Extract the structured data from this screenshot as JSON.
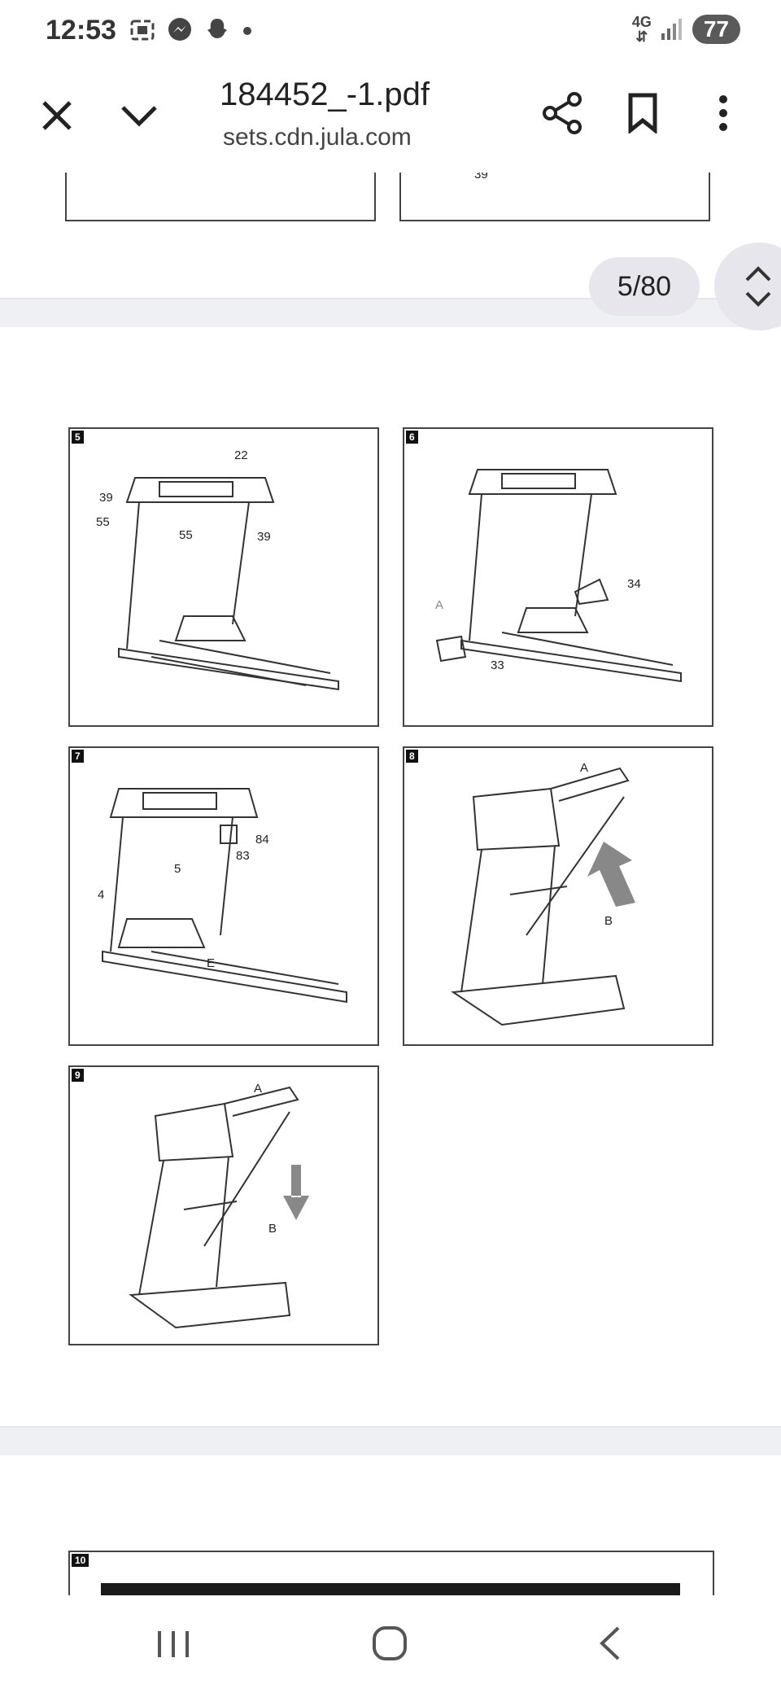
{
  "status_bar": {
    "time": "12:53",
    "network": "4G",
    "battery": "77"
  },
  "toolbar": {
    "title": "184452_-1.pdf",
    "url": "sets.cdn.jula.com"
  },
  "page_indicator": "5/80",
  "figures": [
    {
      "number": "5",
      "callouts": [
        "22",
        "39",
        "55",
        "55",
        "39"
      ]
    },
    {
      "number": "6",
      "callouts": [
        "34",
        "A",
        "33"
      ]
    },
    {
      "number": "7",
      "callouts": [
        "84",
        "83",
        "5",
        "4",
        "E"
      ]
    },
    {
      "number": "8",
      "callouts": [
        "A",
        "B"
      ]
    },
    {
      "number": "9",
      "callouts": [
        "A",
        "B"
      ]
    },
    {
      "number": "10",
      "callouts": []
    }
  ],
  "prev_page_callout": "39",
  "icons": {
    "close": "close-icon",
    "collapse": "chevron-down-icon",
    "share": "share-icon",
    "bookmark": "bookmark-icon",
    "more": "more-vert-icon"
  }
}
